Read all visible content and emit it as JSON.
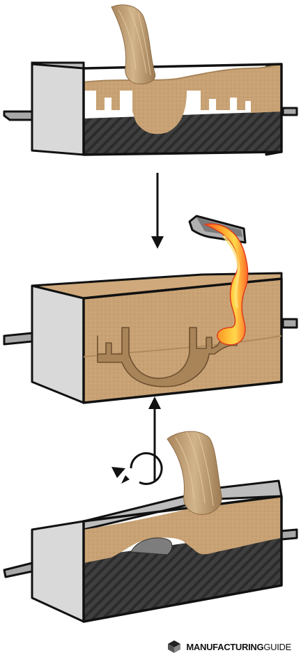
{
  "brand": {
    "name_bold": "MANUFACTURING",
    "name_light": "GUIDE"
  },
  "colors": {
    "sand": "#c9a476",
    "sand_dark": "#b08a5c",
    "sand_light": "#dcc09a",
    "flask_face": "#dcdcdc",
    "flask_side": "#9a9a9a",
    "flask_dark": "#555555",
    "hatch": "#3a3a3a",
    "metal_hot": "#ffd23c",
    "metal_mid": "#ff7a2a",
    "metal_edge": "#e03a1a"
  },
  "steps": [
    {
      "id": "fill-cope",
      "description": "Sand poured over pattern in upper flask"
    },
    {
      "id": "pour-metal",
      "description": "Molten metal poured into assembled mold"
    },
    {
      "id": "fill-drag",
      "description": "Sand poured into lower flask, then flipped"
    }
  ]
}
